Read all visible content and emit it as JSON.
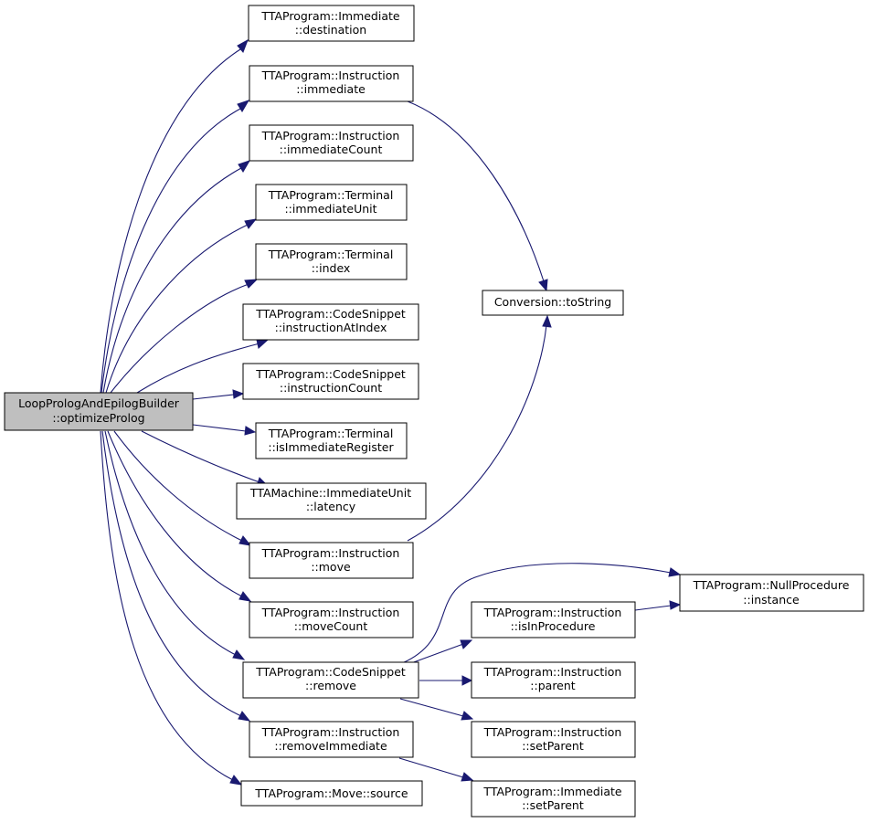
{
  "nodes": {
    "root": {
      "line1": "LoopPrologAndEpilogBuilder",
      "line2": "::optimizeProlog"
    },
    "imm_dest": {
      "line1": "TTAProgram::Immediate",
      "line2": "::destination"
    },
    "instr_immediate": {
      "line1": "TTAProgram::Instruction",
      "line2": "::immediate"
    },
    "instr_immcount": {
      "line1": "TTAProgram::Instruction",
      "line2": "::immediateCount"
    },
    "term_immunit": {
      "line1": "TTAProgram::Terminal",
      "line2": "::immediateUnit"
    },
    "term_index": {
      "line1": "TTAProgram::Terminal",
      "line2": "::index"
    },
    "cs_instratindex": {
      "line1": "TTAProgram::CodeSnippet",
      "line2": "::instructionAtIndex"
    },
    "cs_instrcount": {
      "line1": "TTAProgram::CodeSnippet",
      "line2": "::instructionCount"
    },
    "term_isimmreg": {
      "line1": "TTAProgram::Terminal",
      "line2": "::isImmediateRegister"
    },
    "mach_latency": {
      "line1": "TTAMachine::ImmediateUnit",
      "line2": "::latency"
    },
    "instr_move": {
      "line1": "TTAProgram::Instruction",
      "line2": "::move"
    },
    "instr_movecount": {
      "line1": "TTAProgram::Instruction",
      "line2": "::moveCount"
    },
    "cs_remove": {
      "line1": "TTAProgram::CodeSnippet",
      "line2": "::remove"
    },
    "instr_removeimm": {
      "line1": "TTAProgram::Instruction",
      "line2": "::removeImmediate"
    },
    "move_source": {
      "line1": "TTAProgram::Move::source"
    },
    "conv_tostring": {
      "line1": "Conversion::toString"
    },
    "nullproc_instance": {
      "line1": "TTAProgram::NullProcedure",
      "line2": "::instance"
    },
    "instr_isinproc": {
      "line1": "TTAProgram::Instruction",
      "line2": "::isInProcedure"
    },
    "instr_parent": {
      "line1": "TTAProgram::Instruction",
      "line2": "::parent"
    },
    "instr_setparent": {
      "line1": "TTAProgram::Instruction",
      "line2": "::setParent"
    },
    "imm_setparent": {
      "line1": "TTAProgram::Immediate",
      "line2": "::setParent"
    }
  },
  "edge_color": "#191970",
  "root_fill": "#bfbfbf"
}
